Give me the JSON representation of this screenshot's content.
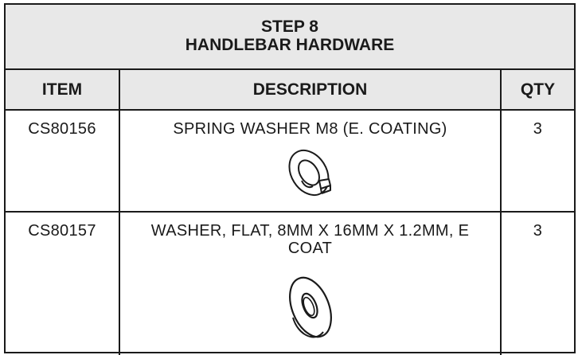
{
  "title": {
    "step": "STEP 8",
    "name": "HANDLEBAR HARDWARE"
  },
  "columns": {
    "item": "ITEM",
    "description": "DESCRIPTION",
    "qty": "QTY"
  },
  "rows": [
    {
      "item": "CS80156",
      "description": "SPRING WASHER M8 (E. COATING)",
      "qty": "3",
      "image": "spring-washer-illustration"
    },
    {
      "item": "CS80157",
      "description": "WASHER, FLAT, 8MM X 16MM X 1.2MM, E COAT",
      "qty": "3",
      "image": "flat-washer-illustration"
    }
  ],
  "colors": {
    "border": "#1a1a1a",
    "header_fill": "#e8e8e8"
  }
}
